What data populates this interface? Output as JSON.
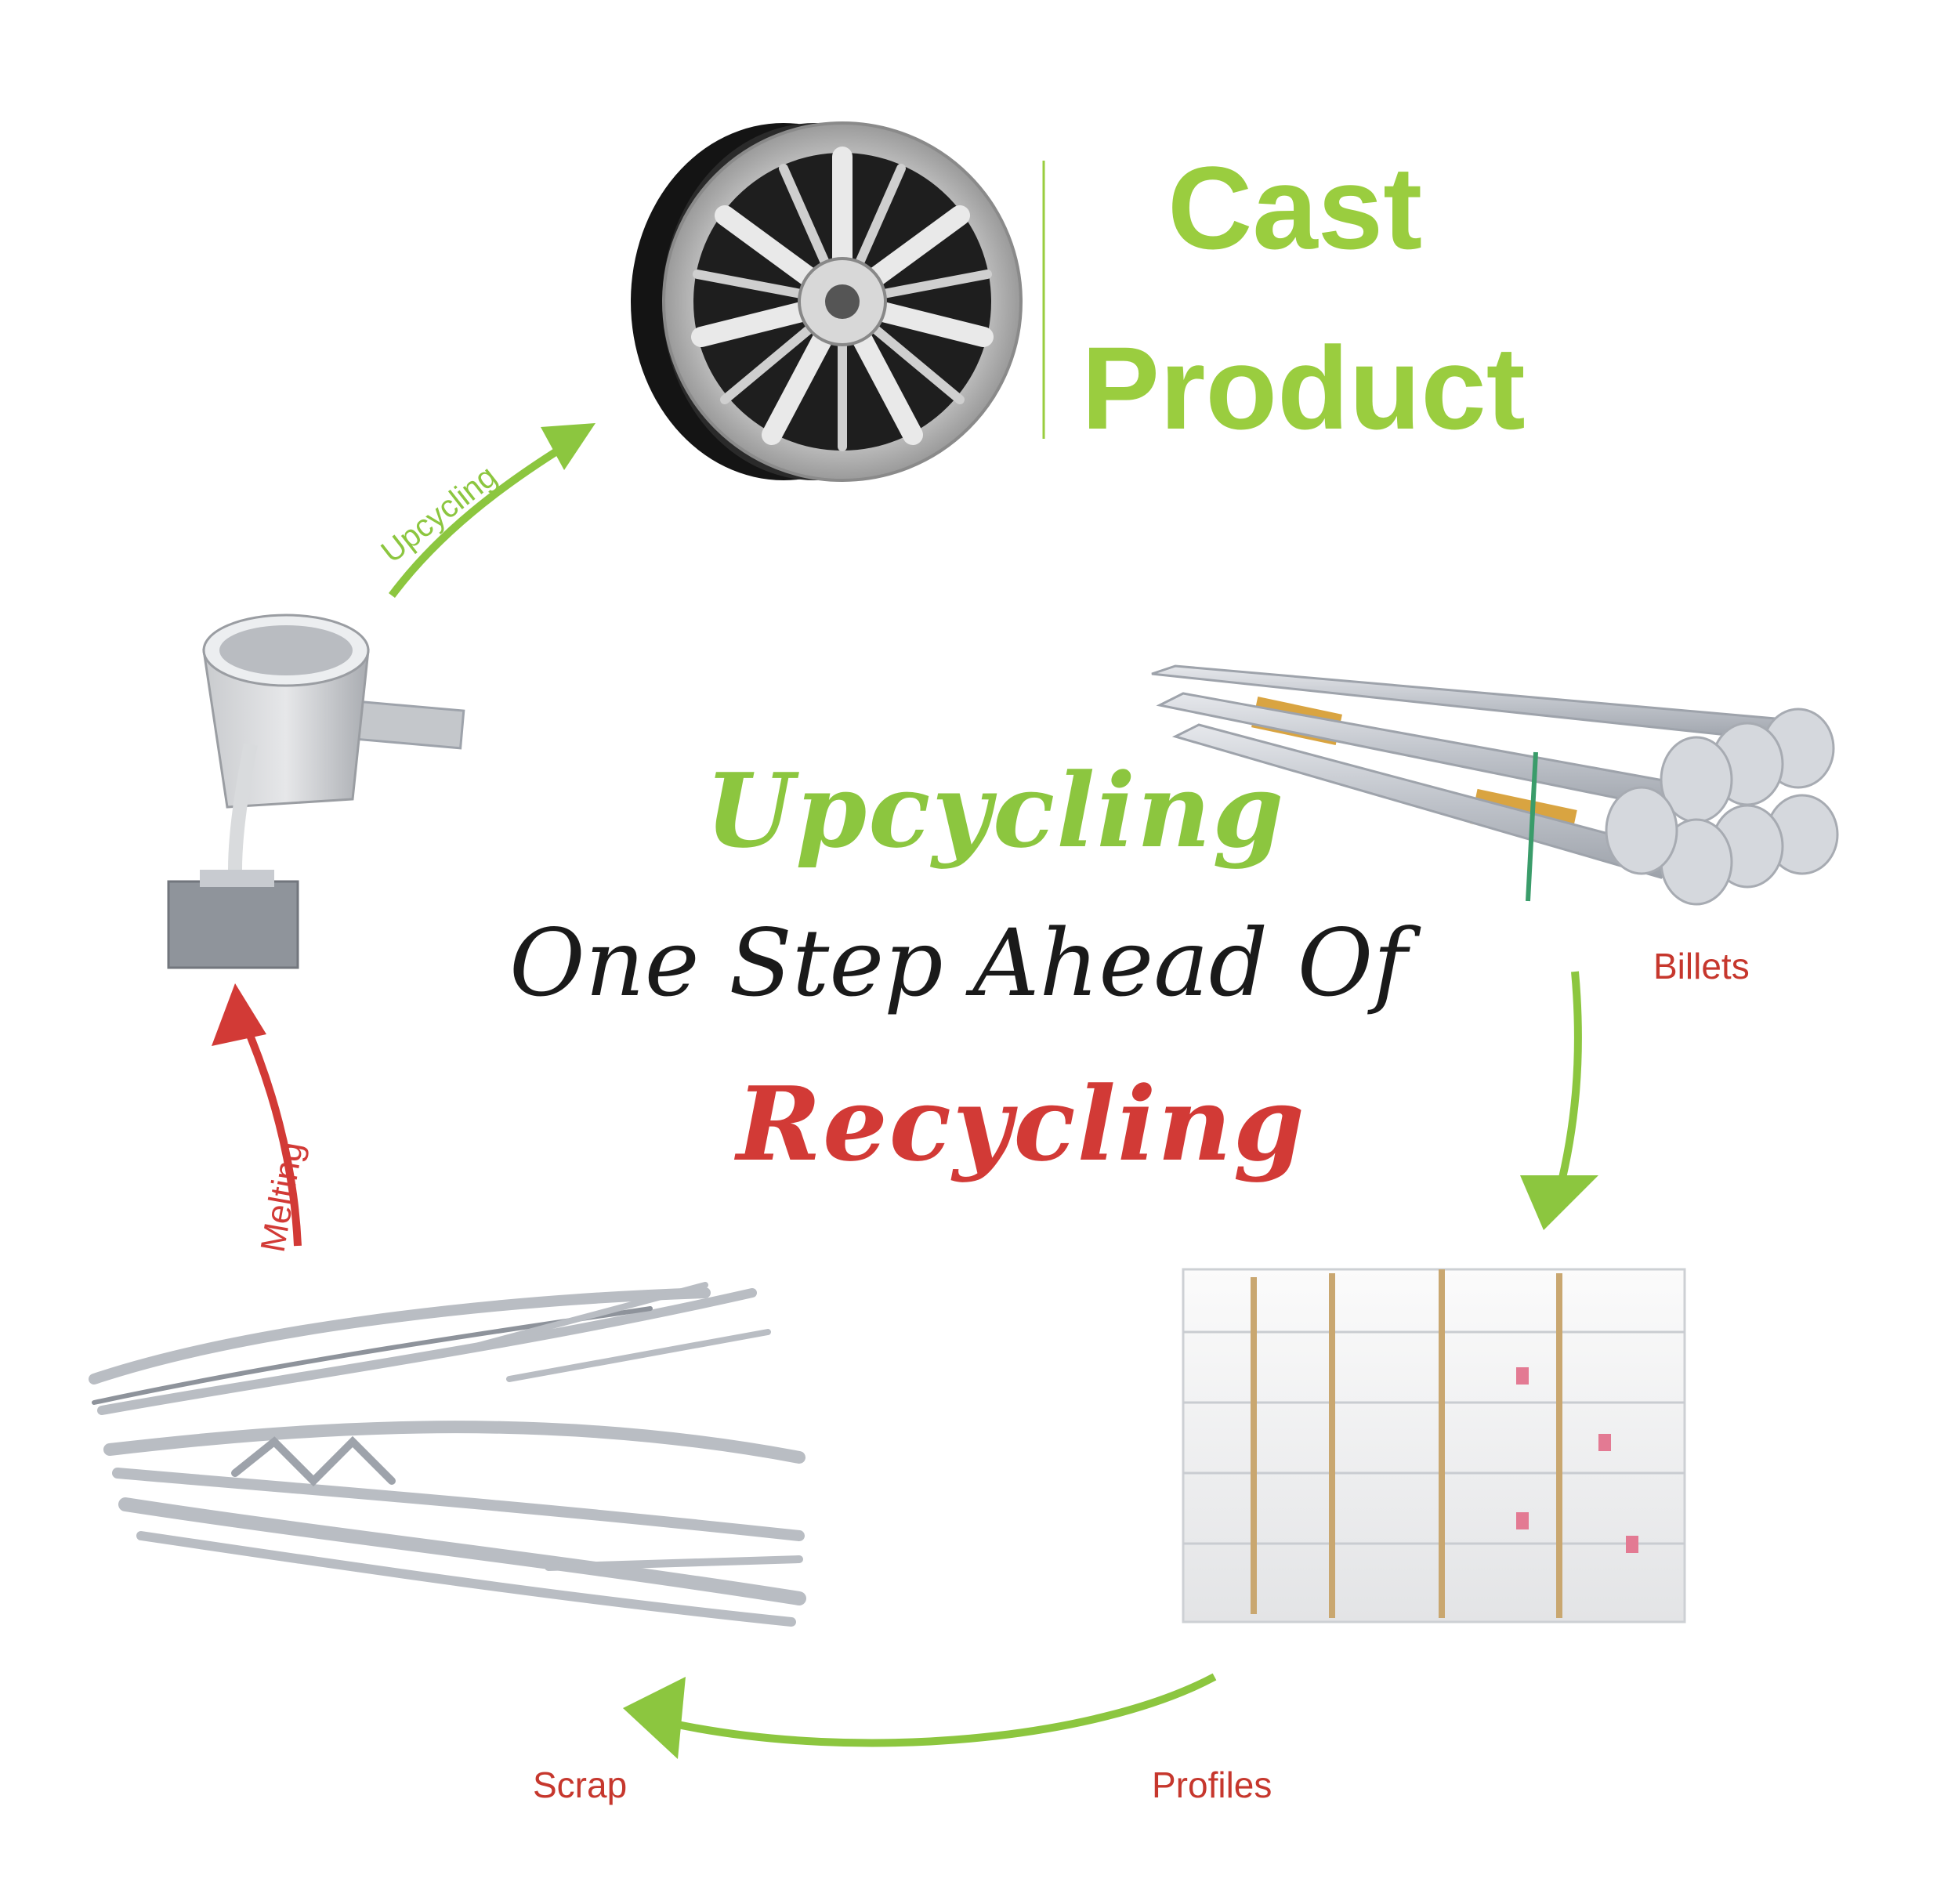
{
  "title": {
    "line1": "Cast",
    "line2": "Product"
  },
  "center": {
    "line1": "Upcycling",
    "line2": "One Step Ahead Of",
    "line3": "Recycling"
  },
  "stages": {
    "billets": "Billets",
    "profiles": "Profiles",
    "scrap": "Scrap"
  },
  "arrows": {
    "melting": "Melting",
    "upcycling": "Upcycling"
  },
  "colors": {
    "green": "#8cc63f",
    "title_green": "#9acd3f",
    "red": "#d23a36",
    "label_red": "#c6372d",
    "dark": "#1a1a1a"
  }
}
